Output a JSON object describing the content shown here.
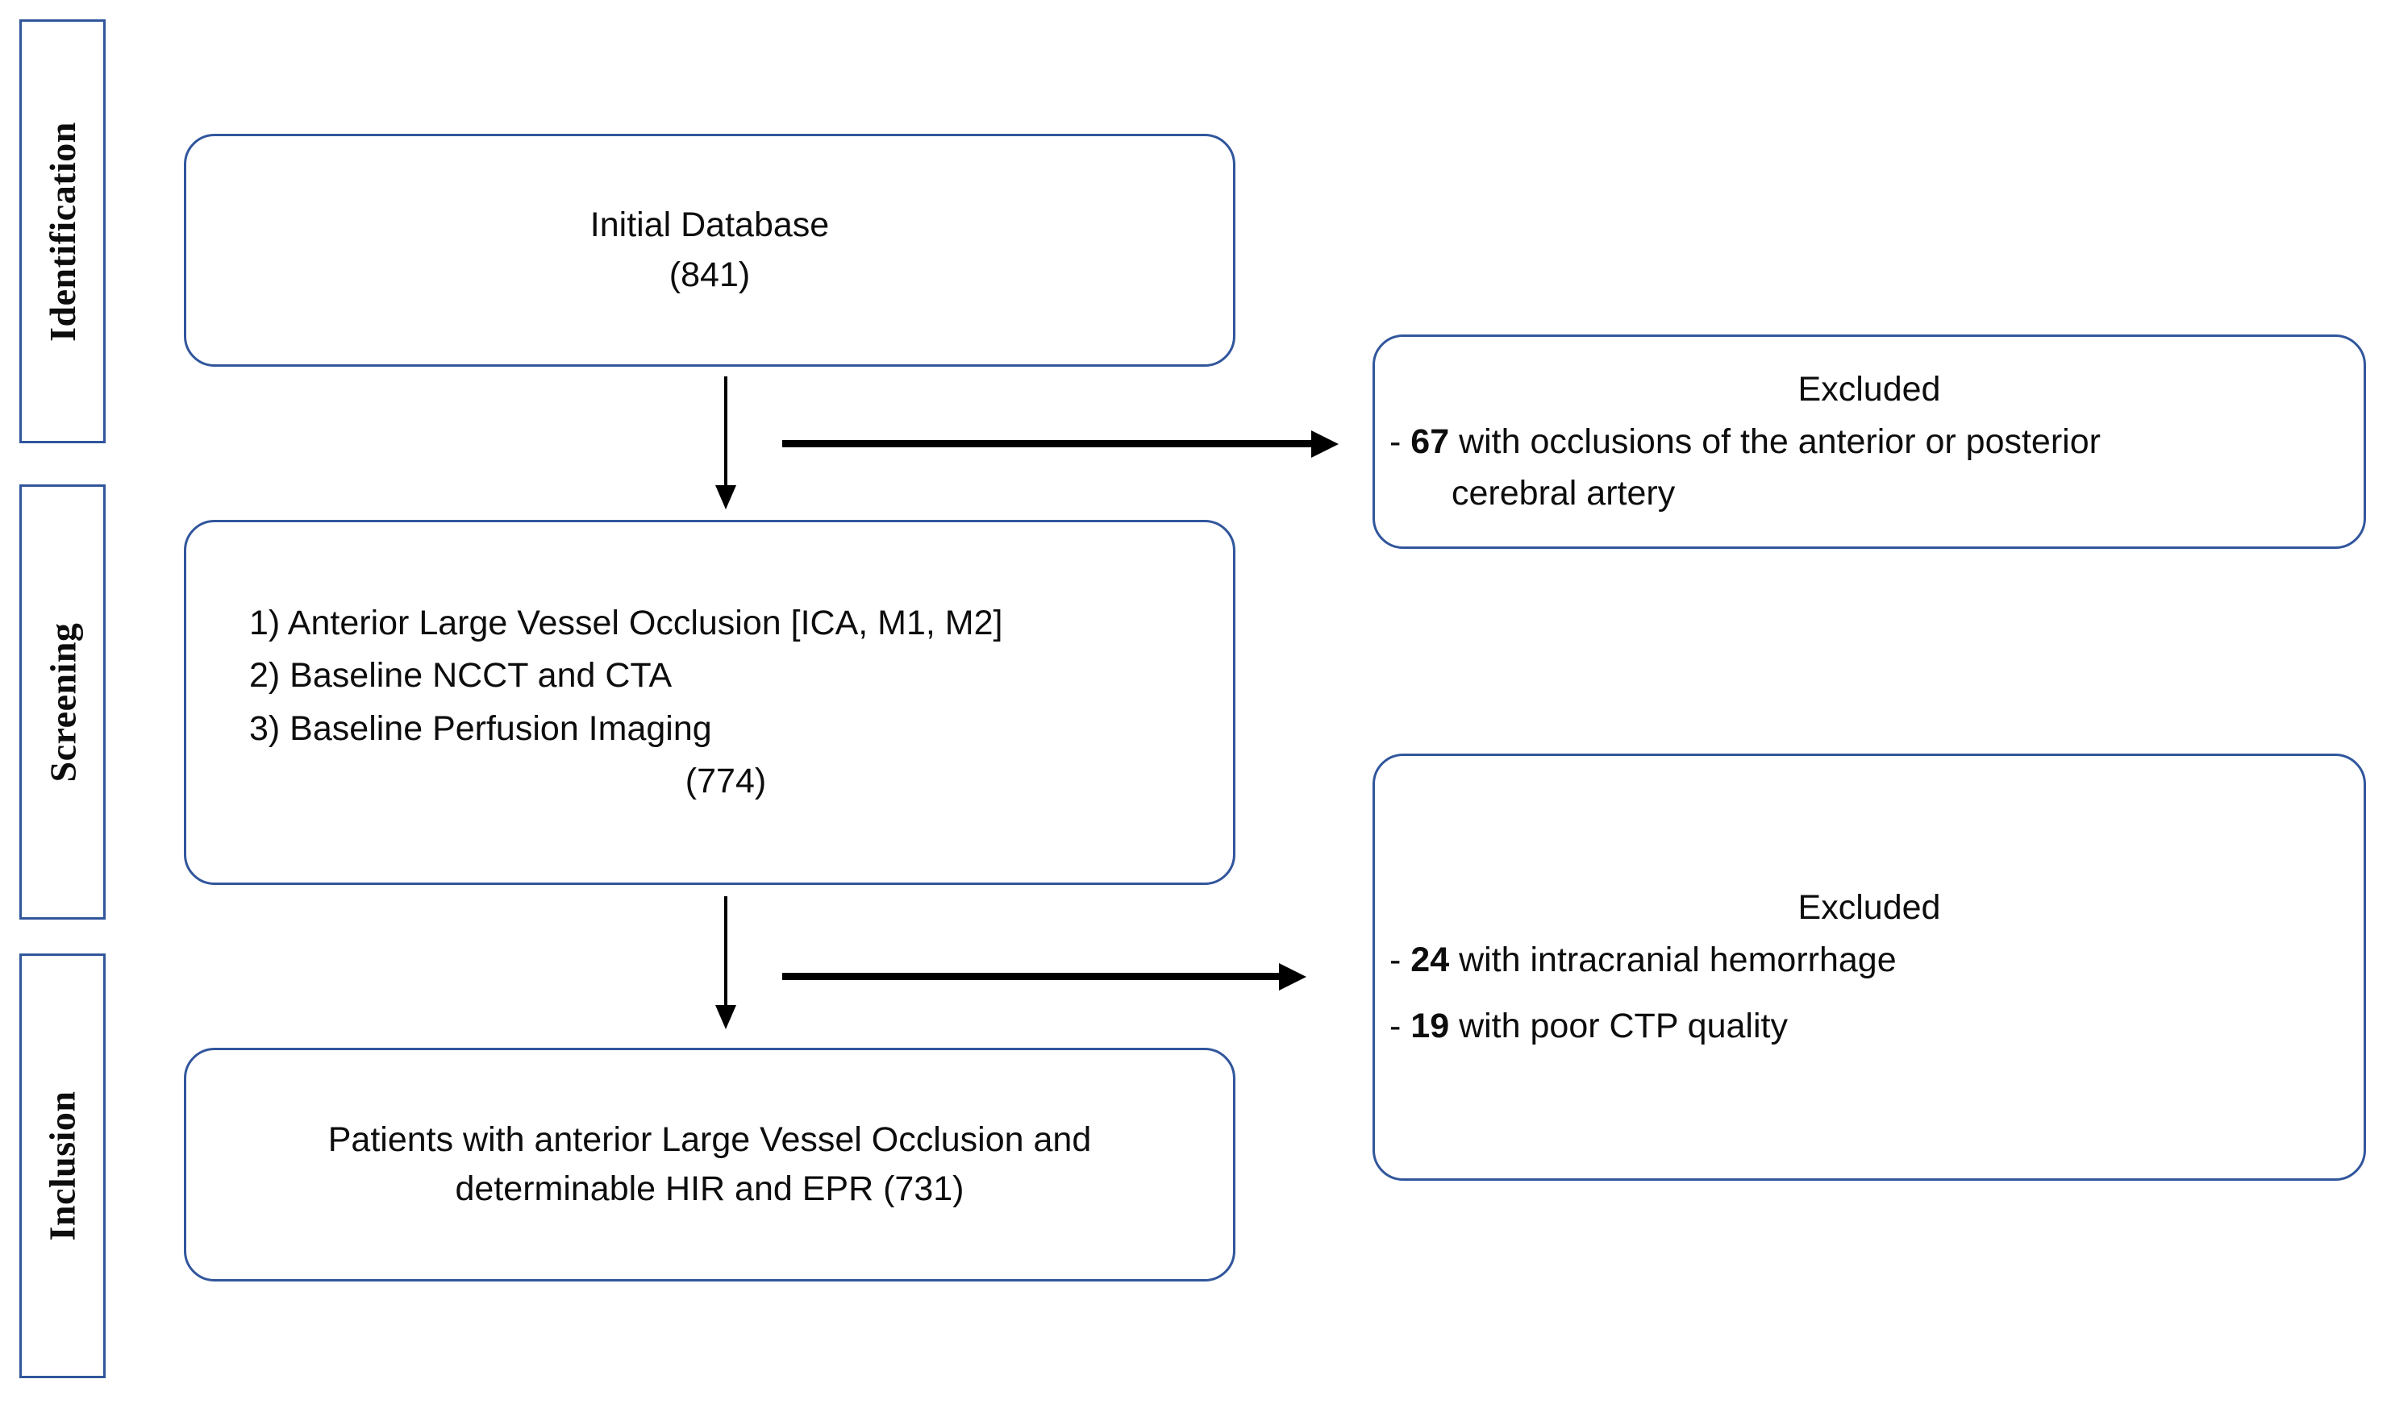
{
  "diagram": {
    "title": "Patient selection flow diagram",
    "accent_color": "#31569C",
    "arrow_color": "#000000",
    "background": "#ffffff"
  },
  "stages": [
    {
      "label": "Identification"
    },
    {
      "label": "Screening"
    },
    {
      "label": "Inclusion"
    }
  ],
  "boxes": {
    "initial": {
      "line1": "Initial Database",
      "line2": "(841)"
    },
    "screening": {
      "item1": "1) Anterior Large Vessel Occlusion [ICA, M1, M2]",
      "item2": "2) Baseline NCCT and CTA",
      "item3": "3) Baseline Perfusion Imaging",
      "count": "(774)"
    },
    "inclusion": {
      "line1": "Patients with anterior Large Vessel Occlusion and",
      "line2": "determinable HIR and EPR (731)"
    },
    "excluded_1": {
      "title": "Excluded",
      "item1_dash": "-",
      "item1_number": "67",
      "item1_text": "with occlusions of the anterior or posterior",
      "item1_cont": "cerebral artery"
    },
    "excluded_2": {
      "title": "Excluded",
      "item1_dash": "-",
      "item1_number": "24",
      "item1_text": "with intracranial hemorrhage",
      "item2_dash": "-",
      "item2_number": "19",
      "item2_text": "with poor CTP quality"
    }
  },
  "arrows": {
    "down_1": "arrow-down-identification-to-screening",
    "right_1": "arrow-right-to-excluded-1",
    "down_2": "arrow-down-screening-to-inclusion",
    "right_2": "arrow-right-to-excluded-2"
  }
}
